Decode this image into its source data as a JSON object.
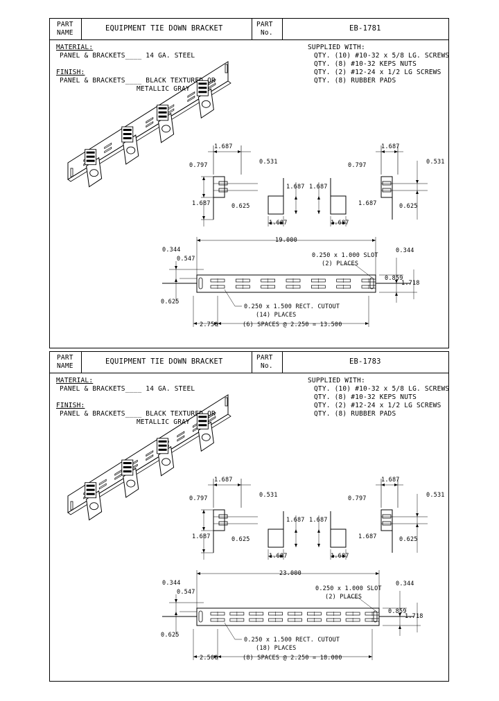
{
  "labels": {
    "part_name": [
      "PART",
      "NAME"
    ],
    "part_no": [
      "PART",
      "No."
    ],
    "material_heading": "MATERIAL:",
    "material_line": "PANEL & BRACKETS____ 14 GA. STEEL",
    "finish_heading": "FINISH:",
    "finish_line1": "PANEL & BRACKETS____ BLACK TEXTURED OR",
    "finish_line2": "METALLIC GRAY",
    "supplied_heading": "SUPPLIED WITH:",
    "supplied_items": [
      "QTY. (10) #10-32 x 5/8 LG. SCREWS",
      "QTY. (8) #10-32 KEPS NUTS",
      "QTY. (2) #12-24 x 1/2 LG SCREWS",
      "QTY. (8) RUBBER PADS"
    ]
  },
  "sheets": [
    {
      "name": "EQUIPMENT TIE DOWN BRACKET",
      "part_number": "EB-1781",
      "dims": {
        "top_w": "1.687",
        "top_h": "0.797",
        "top_slot": "0.531",
        "side_h": "1.687",
        "side_off": "0.625",
        "mid_h1": "1.687",
        "mid_h2": "1.687",
        "mid_w1": "1.687",
        "mid_w2": "1.687",
        "right_w": "1.687",
        "right_h": "0.797",
        "right_slot": "0.531",
        "right_side_h": "1.687",
        "right_off": "0.625",
        "overall": "19.000",
        "left_344": "0.344",
        "left_547": "0.547",
        "left_625": "0.625",
        "right_344": "0.344",
        "slot": "0.250 x 1.000 SLOT",
        "slot_places": "(2) PLACES",
        "h859": "0.859",
        "h1718": "1.718",
        "cutout": "0.250 x 1.500 RECT. CUTOUT",
        "cutout_places": "(14) PLACES",
        "start": "2.750",
        "spaces": "(6) SPACES @ 2.250 = 13.500"
      }
    },
    {
      "name": "EQUIPMENT TIE DOWN BRACKET",
      "part_number": "EB-1783",
      "dims": {
        "top_w": "1.687",
        "top_h": "0.797",
        "top_slot": "0.531",
        "side_h": "1.687",
        "side_off": "0.625",
        "mid_h1": "1.687",
        "mid_h2": "1.687",
        "mid_w1": "1.687",
        "mid_w2": "1.687",
        "right_w": "1.687",
        "right_h": "0.797",
        "right_slot": "0.531",
        "right_side_h": "1.687",
        "right_off": "0.625",
        "overall": "23.000",
        "left_344": "0.344",
        "left_547": "0.547",
        "left_625": "0.625",
        "right_344": "0.344",
        "slot": "0.250 x 1.000 SLOT",
        "slot_places": "(2) PLACES",
        "h859": "0.859",
        "h1718": "1.718",
        "cutout": "0.250 x 1.500 RECT. CUTOUT",
        "cutout_places": "(18) PLACES",
        "start": "2.500",
        "spaces": "(8) SPACES @ 2.250 = 18.000"
      }
    }
  ]
}
